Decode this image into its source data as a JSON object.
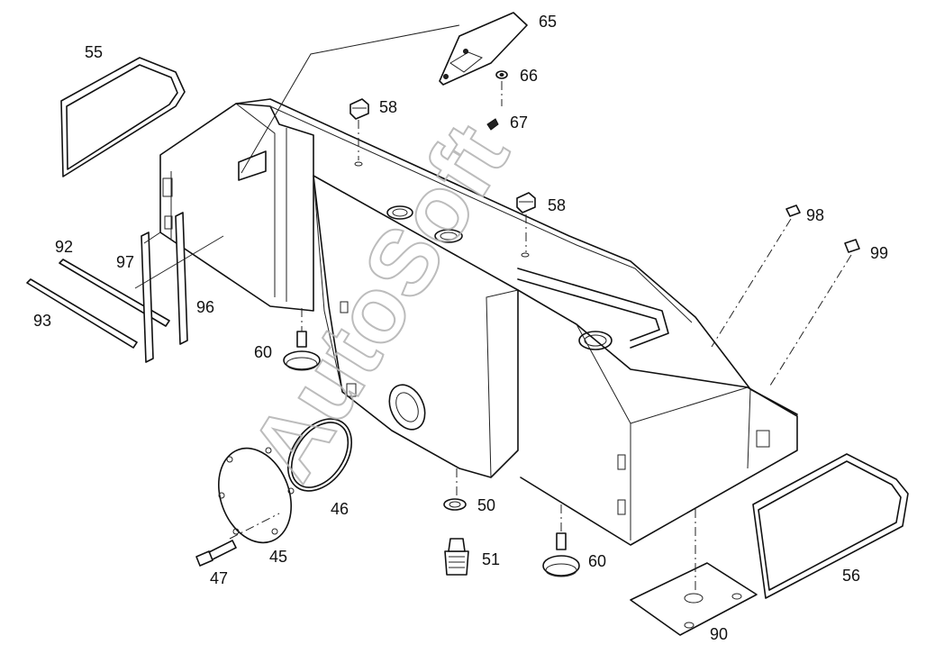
{
  "watermark": "AutoSoft",
  "callouts": {
    "c55": "55",
    "c65": "65",
    "c66": "66",
    "c67": "67",
    "c58a": "58",
    "c58b": "58",
    "c98": "98",
    "c99": "99",
    "c92": "92",
    "c97": "97",
    "c93": "93",
    "c96": "96",
    "c60a": "60",
    "c60b": "60",
    "c46": "46",
    "c50": "50",
    "c51": "51",
    "c45": "45",
    "c47": "47",
    "c56": "56",
    "c90": "90"
  }
}
